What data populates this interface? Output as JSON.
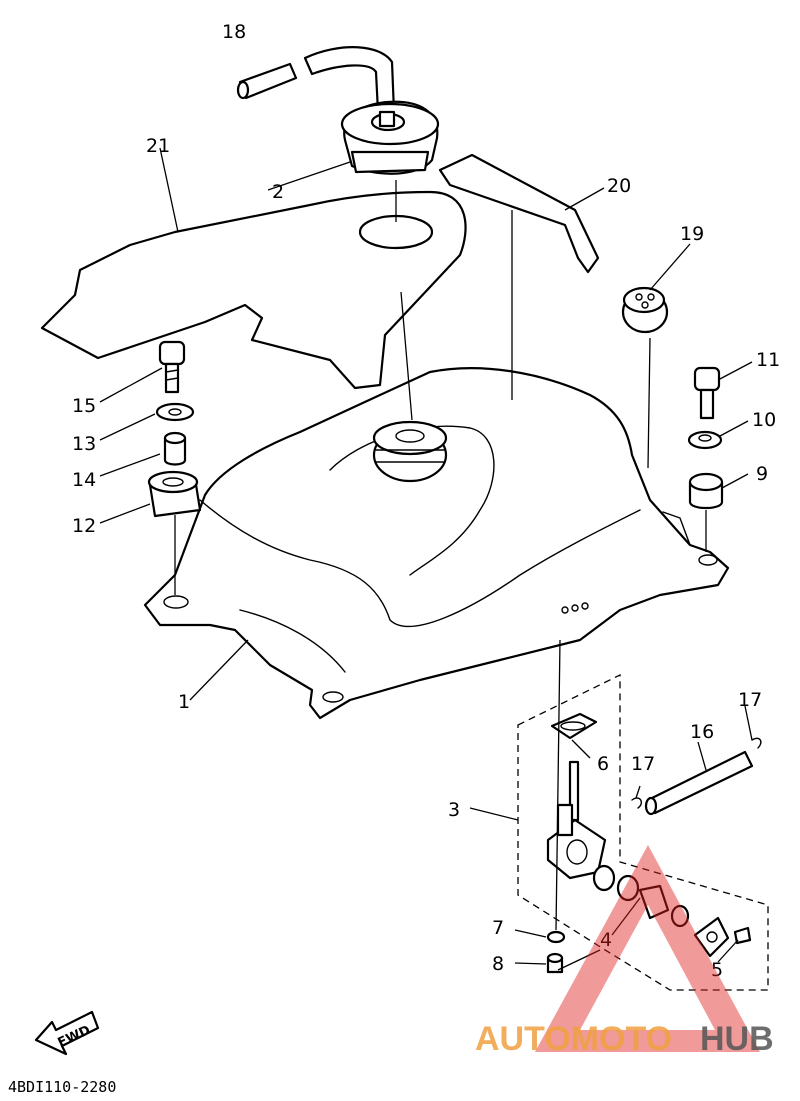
{
  "diagram_code": "4BDI110-2280",
  "fwd_label": "FWD",
  "watermark": {
    "text_a": "AUTOMOTO",
    "text_b": "HUB",
    "color_a": "#f0a040",
    "color_b": "#555555",
    "triangle_color": "#e02020"
  },
  "callouts": {
    "c1": "1",
    "c2": "2",
    "c3": "3",
    "c4": "4",
    "c5": "5",
    "c6": "6",
    "c7": "7",
    "c8": "8",
    "c9": "9",
    "c10": "10",
    "c11": "11",
    "c12": "12",
    "c13": "13",
    "c14": "14",
    "c15": "15",
    "c16": "16",
    "c17a": "17",
    "c17b": "17",
    "c18": "18",
    "c19": "19",
    "c20": "20",
    "c21": "21"
  }
}
